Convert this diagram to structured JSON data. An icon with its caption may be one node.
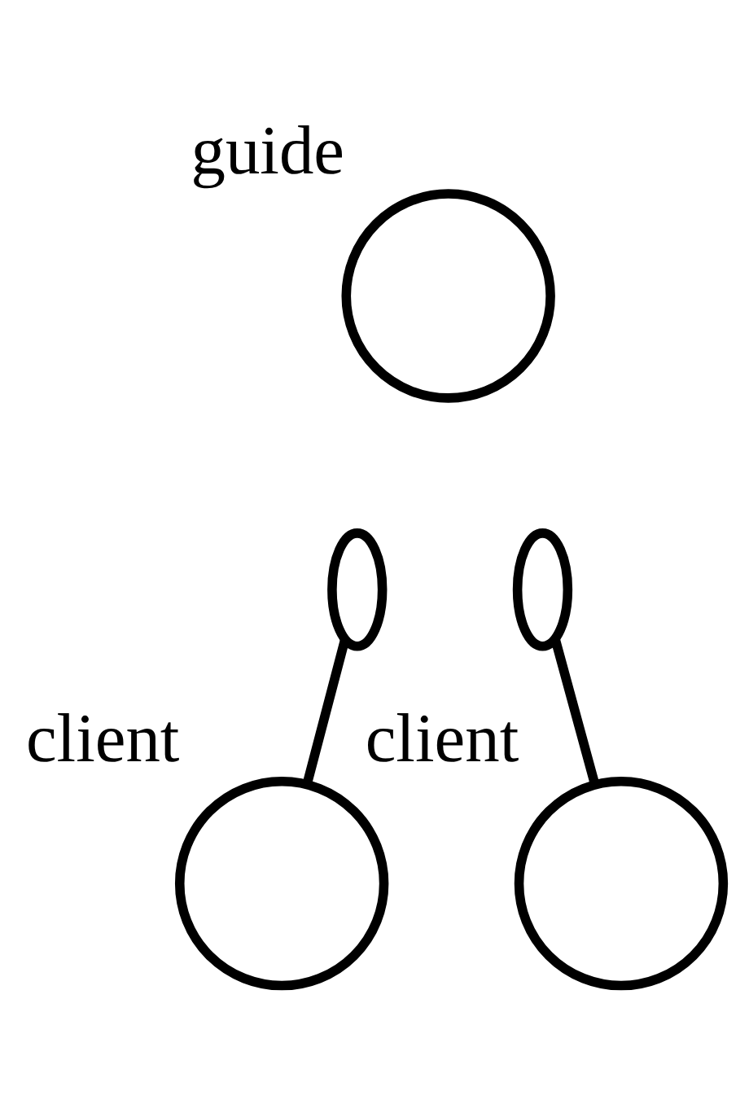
{
  "diagram": {
    "nodes": [
      {
        "text": [
          "guide"
        ]
      },
      {
        "text": [],
        "shape": "ellipse"
      },
      {
        "text": [],
        "shape": "ellipse"
      },
      {
        "text": [
          "client"
        ]
      },
      {
        "text": [
          "client"
        ]
      }
    ],
    "edges": [
      {
        "from": 1,
        "to": 3,
        "arrow": "none"
      },
      {
        "from": 2,
        "to": 4,
        "arrow": "none"
      }
    ]
  }
}
